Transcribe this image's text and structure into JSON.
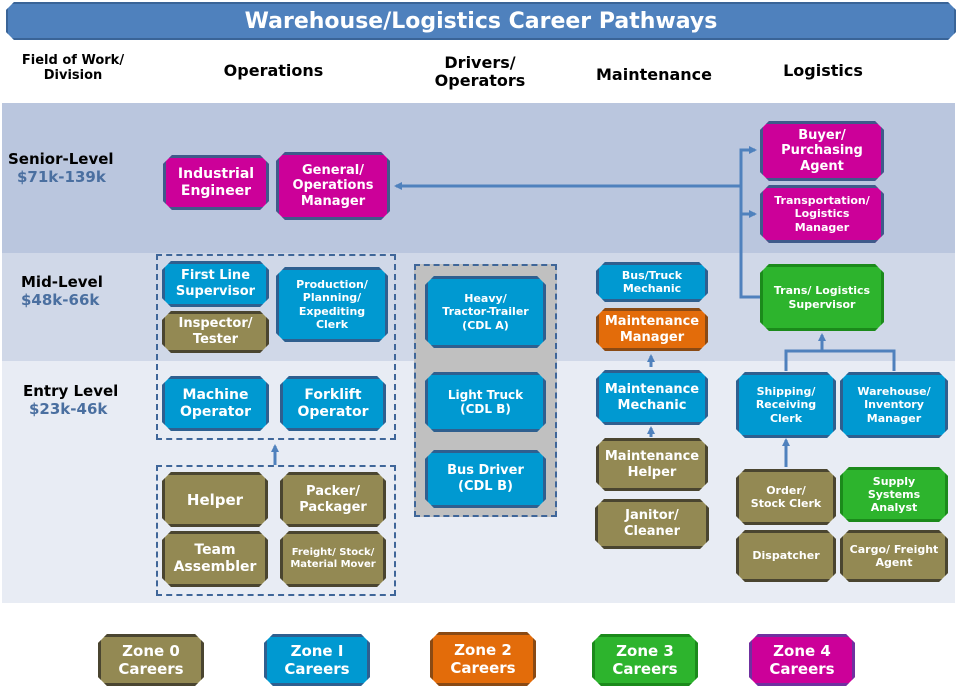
{
  "title": "Warehouse/Logistics Career Pathways",
  "columns": {
    "field": "Field of Work/\nDivision",
    "operations": "Operations",
    "drivers": "Drivers/\nOperators",
    "maintenance": "Maintenance",
    "logistics": "Logistics"
  },
  "levels": {
    "senior": {
      "name": "Senior-Level",
      "pay": "$71k-139k"
    },
    "mid": {
      "name": "Mid-Level",
      "pay": "$48k-66k"
    },
    "entry": {
      "name": "Entry Level",
      "pay": "$23k-46k"
    }
  },
  "careers": {
    "industrial_engineer": {
      "label": "Industrial\nEngineer",
      "zone": 4
    },
    "general_ops_manager": {
      "label": "General/\nOperations\nManager",
      "zone": 4
    },
    "buyer": {
      "label": "Buyer/\nPurchasing\nAgent",
      "zone": 4
    },
    "transport_manager": {
      "label": "Transportation/\nLogistics\nManager",
      "zone": 4
    },
    "first_line_supervisor": {
      "label": "First Line\nSupervisor",
      "zone": 1
    },
    "inspector": {
      "label": "Inspector/\nTester",
      "zone": 0
    },
    "production_clerk": {
      "label": "Production/\nPlanning/\nExpediting\nClerk",
      "zone": 1
    },
    "heavy_truck": {
      "label": "Heavy/\nTractor-Trailer\n(CDL A)",
      "zone": 1
    },
    "bus_truck_mechanic": {
      "label": "Bus/Truck\nMechanic",
      "zone": 1
    },
    "maintenance_manager": {
      "label": "Maintenance\nManager",
      "zone": 2
    },
    "trans_supervisor": {
      "label": "Trans/ Logistics\nSupervisor",
      "zone": 3
    },
    "machine_operator": {
      "label": "Machine\nOperator",
      "zone": 1
    },
    "forklift_operator": {
      "label": "Forklift\nOperator",
      "zone": 1
    },
    "light_truck": {
      "label": "Light Truck\n(CDL B)",
      "zone": 1
    },
    "bus_driver": {
      "label": "Bus Driver\n(CDL B)",
      "zone": 1
    },
    "maintenance_mechanic": {
      "label": "Maintenance\nMechanic",
      "zone": 1
    },
    "maintenance_helper": {
      "label": "Maintenance\nHelper",
      "zone": 0
    },
    "janitor": {
      "label": "Janitor/\nCleaner",
      "zone": 0
    },
    "shipping_clerk": {
      "label": "Shipping/\nReceiving\nClerk",
      "zone": 1
    },
    "warehouse_manager": {
      "label": "Warehouse/\nInventory\nManager",
      "zone": 1
    },
    "helper": {
      "label": "Helper",
      "zone": 0
    },
    "packer": {
      "label": "Packer/\nPackager",
      "zone": 0
    },
    "team_assembler": {
      "label": "Team\nAssembler",
      "zone": 0
    },
    "freight_mover": {
      "label": "Freight/ Stock/\nMaterial Mover",
      "zone": 0
    },
    "order_clerk": {
      "label": "Order/\nStock Clerk",
      "zone": 0
    },
    "supply_analyst": {
      "label": "Supply\nSystems\nAnalyst",
      "zone": 3
    },
    "dispatcher": {
      "label": "Dispatcher",
      "zone": 0
    },
    "cargo_agent": {
      "label": "Cargo/ Freight\nAgent",
      "zone": 0
    }
  },
  "legend": [
    {
      "label": "Zone 0\nCareers",
      "color": "#938953"
    },
    {
      "label": "Zone I\nCareers",
      "color": "#0099d1"
    },
    {
      "label": "Zone 2\nCareers",
      "color": "#e36c0a"
    },
    {
      "label": "Zone 3\nCareers",
      "color": "#2db42d"
    },
    {
      "label": "Zone 4\nCareers",
      "color": "#cc0099"
    }
  ],
  "colors": {
    "title_bar": "#4f81bd",
    "connector": "#4f81bd",
    "senior_band": "#bac6de",
    "mid_band": "#d0d8e8",
    "entry_band": "#e8ecf4"
  }
}
